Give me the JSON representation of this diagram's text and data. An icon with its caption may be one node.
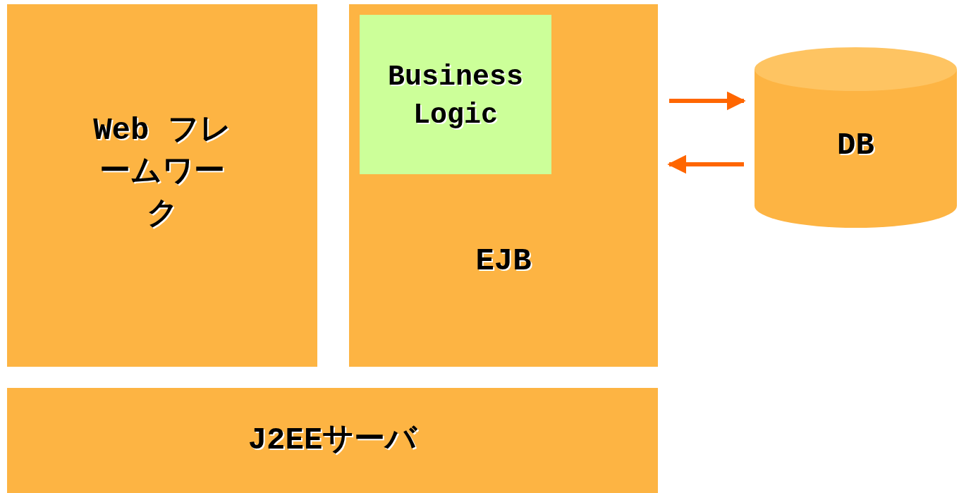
{
  "diagram": {
    "nodes": [
      {
        "text": [
          "Web フレームワーク"
        ]
      },
      {
        "text": [
          "EJB"
        ]
      },
      {
        "text": [
          "Business Logic"
        ],
        "in": 1
      },
      {
        "text": [
          "DB"
        ]
      },
      {
        "text": [
          "J2EEサーバ"
        ]
      }
    ],
    "edges": [
      {
        "from": 1,
        "to": 3,
        "arrow": "to"
      },
      {
        "from": 3,
        "to": 1,
        "arrow": "to"
      }
    ]
  }
}
